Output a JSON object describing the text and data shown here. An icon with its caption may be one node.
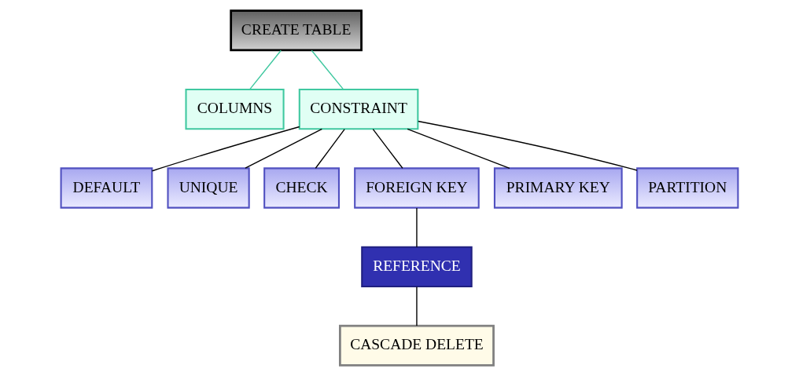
{
  "diagram": {
    "nodes": [
      {
        "text": [
          "CREATE TABLE"
        ]
      },
      {
        "text": [
          "COLUMNS"
        ]
      },
      {
        "text": [
          "CONSTRAINT"
        ]
      },
      {
        "text": [
          "DEFAULT"
        ]
      },
      {
        "text": [
          "UNIQUE"
        ]
      },
      {
        "text": [
          "CHECK"
        ]
      },
      {
        "text": [
          "FOREIGN KEY"
        ]
      },
      {
        "text": [
          "PRIMARY KEY"
        ]
      },
      {
        "text": [
          "PARTITION"
        ]
      },
      {
        "text": [
          "REFERENCE"
        ]
      },
      {
        "text": [
          "CASCADE DELETE"
        ]
      }
    ],
    "edges": [
      {
        "from": 0,
        "to": 1,
        "arrow": "none",
        "color": "#40c8a0"
      },
      {
        "from": 0,
        "to": 2,
        "arrow": "none",
        "color": "#40c8a0"
      },
      {
        "from": 2,
        "to": 3,
        "arrow": "none"
      },
      {
        "from": 2,
        "to": 4,
        "arrow": "none"
      },
      {
        "from": 2,
        "to": 5,
        "arrow": "none"
      },
      {
        "from": 2,
        "to": 6,
        "arrow": "none"
      },
      {
        "from": 2,
        "to": 7,
        "arrow": "none"
      },
      {
        "from": 2,
        "to": 8,
        "arrow": "none"
      },
      {
        "from": 6,
        "to": 9,
        "arrow": "none"
      },
      {
        "from": 9,
        "to": 10,
        "arrow": "none"
      }
    ]
  }
}
